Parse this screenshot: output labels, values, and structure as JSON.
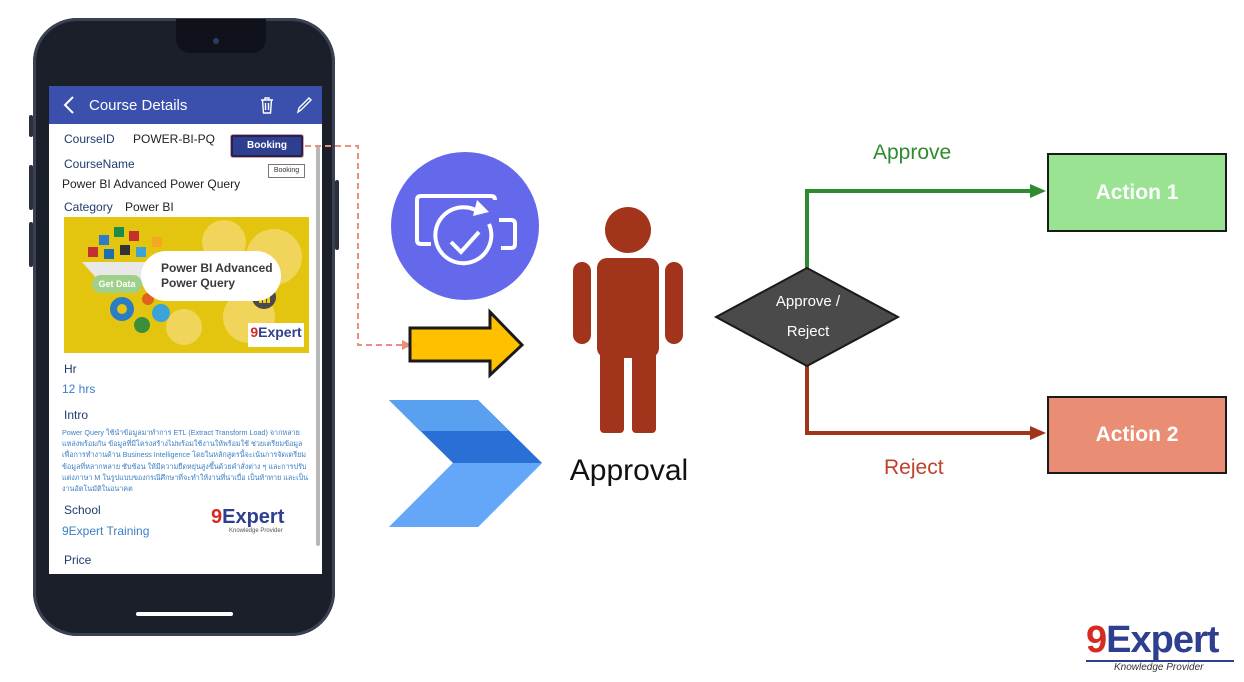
{
  "colors": {
    "app_header": "#3b4fad",
    "flow_circle": "#6469ec",
    "person": "#a2341b",
    "diamond": "#4a4a4a",
    "approve": "#2f8b2f",
    "reject": "#a2341b",
    "action1_fill": "#9ae392",
    "action2_fill": "#e98d74",
    "arrow_yellow": "#ffc000"
  },
  "phone": {
    "header": {
      "title": "Course Details",
      "icons": [
        "back-chevron-icon",
        "trash-icon",
        "edit-pencil-icon"
      ]
    },
    "course_id_label": "CourseID",
    "course_id_value": "POWER-BI-PQ",
    "booking_button": "Booking",
    "booking_small": "Booking",
    "course_name_label": "CourseName",
    "course_name_value": "Power BI Advanced Power Query",
    "category_label": "Category",
    "category_value": "Power BI",
    "image": {
      "title_line1": "Power BI Advanced",
      "title_line2": "Power Query",
      "badge": "Get Data",
      "logo_9": "9",
      "logo_rest": "Expert"
    },
    "hr_label": "Hr",
    "hr_value": "12 hrs",
    "intro_label": "Intro",
    "intro_text": "Power Query ใช้นำข้อมูลมาทำการ ETL (Extract Transform Load) จากหลายแหล่งพร้อมกัน ข้อมูลที่มีโครงสร้างไม่พร้อมใช้งานให้พร้อมใช้ ช่วยเตรียมข้อมูลเพื่อการทำงานด้าน Business Intelligence โดยในหลักสูตรนี้จะเน้นการจัดเตรียมข้อมูลที่หลากหลาย ซับซ้อน ให้มีความยืดหยุ่นสูงขึ้นด้วยคำสั่งต่าง ๆ และการปรับแต่งภาษา M ในรูปแบบของกรณีศึกษาที่จะทำให้งานที่น่าเบื่อ เป็นท้าทาย และเป็นงานอัตโนมัติในอนาคต",
    "school_label": "School",
    "school_value": "9Expert Training",
    "school_logo_9": "9",
    "school_logo_rest": "Expert",
    "school_logo_tag": "Knowledge Provider",
    "price_label": "Price"
  },
  "center": {
    "approval_label": "Approval",
    "icons": [
      "approvals-circle-icon",
      "yellow-arrow-icon",
      "power-automate-icon",
      "person-icon"
    ]
  },
  "decision": {
    "text_line1": "Approve /",
    "text_line2": "Reject",
    "approve_label": "Approve",
    "reject_label": "Reject"
  },
  "actions": {
    "action1": "Action 1",
    "action2": "Action 2"
  },
  "brand": {
    "logo_9": "9",
    "logo_rest": "Expert",
    "tagline": "Knowledge Provider"
  }
}
